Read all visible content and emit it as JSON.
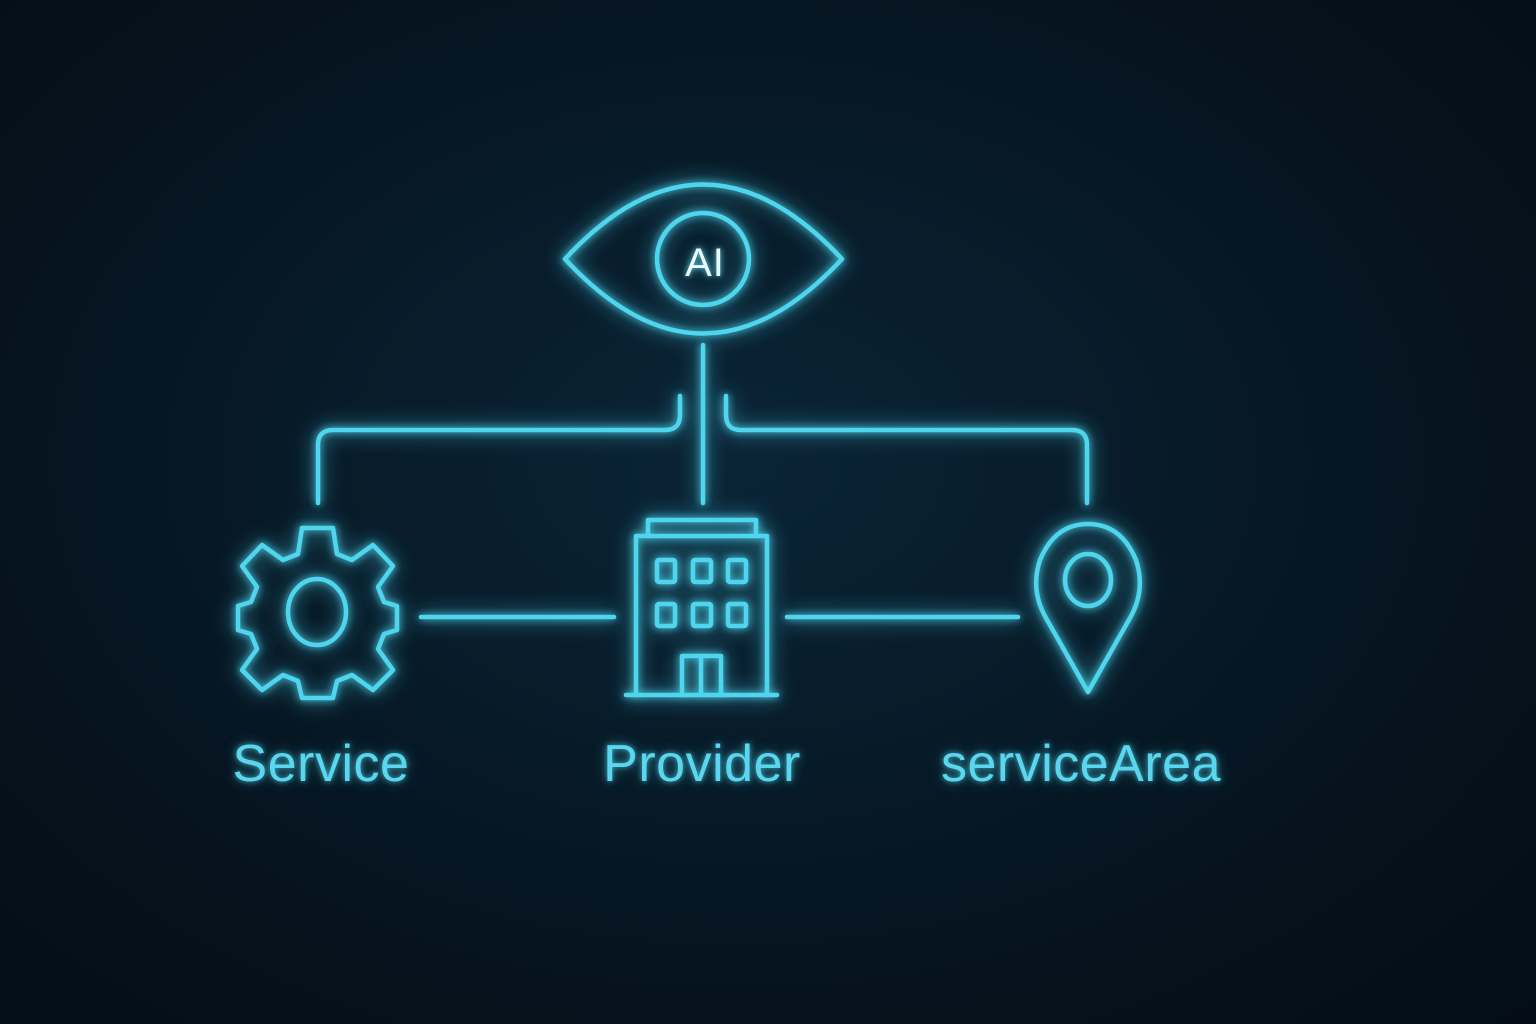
{
  "diagram": {
    "hub": {
      "icon": "eye-icon",
      "badge_text": "AI"
    },
    "nodes": [
      {
        "id": "service",
        "label": "Service",
        "icon": "gear-icon"
      },
      {
        "id": "provider",
        "label": "Provider",
        "icon": "building-icon"
      },
      {
        "id": "serviceArea",
        "label": "serviceArea",
        "icon": "map-pin-icon"
      }
    ],
    "connections": [
      {
        "from": "AI",
        "to": "Service"
      },
      {
        "from": "AI",
        "to": "Provider"
      },
      {
        "from": "AI",
        "to": "serviceArea"
      },
      {
        "from": "Service",
        "to": "Provider"
      },
      {
        "from": "Provider",
        "to": "serviceArea"
      }
    ],
    "colors": {
      "background": "#061521",
      "neon": "#4fd6ee",
      "ai_text": "#e8fbff"
    }
  }
}
